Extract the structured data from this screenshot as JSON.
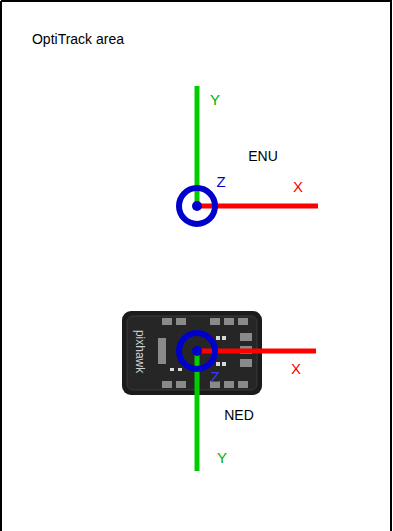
{
  "diagram": {
    "labels": [
      "OptiTrack area",
      "Y",
      "ENU",
      "Z",
      "X",
      "pixhawk",
      "X",
      "Z",
      "NED",
      "Y"
    ]
  }
}
